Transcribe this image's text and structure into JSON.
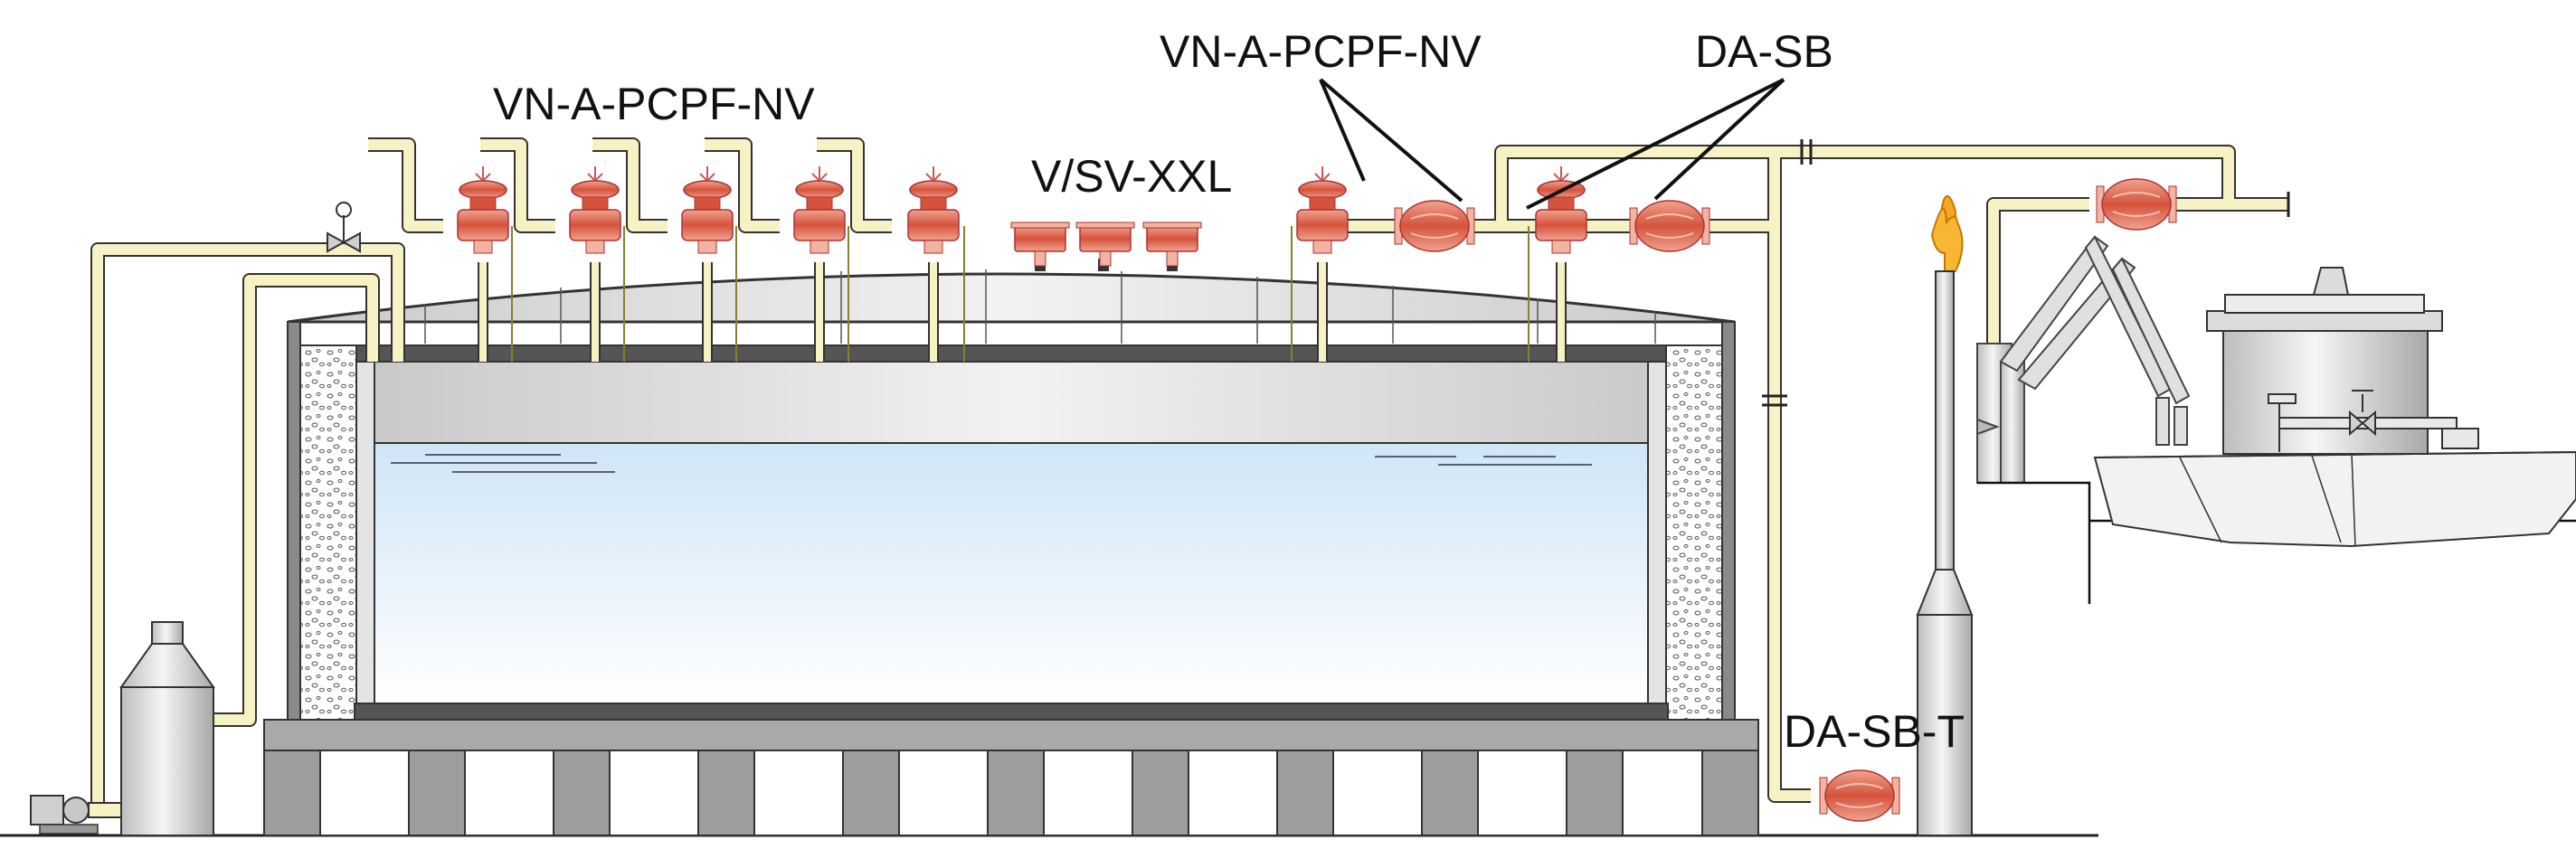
{
  "labels": {
    "vn_left": "VN-A-PCPF-NV",
    "vsv": "V/SV-XXL",
    "vn_right": "VN-A-PCPF-NV",
    "dasb": "DA-SB",
    "dasbt": "DA-SB-T"
  },
  "colors": {
    "pipe": "#f7f2c4",
    "pipe_stroke": "#333333",
    "valve": "#d9614a",
    "valve_light": "#f2b3a1",
    "liquid_top": "#d6e9f8",
    "liquid_bottom": "#ffffff",
    "tank_gray": "#d8d8d8",
    "concrete": "#9a9a9a",
    "flame": "#f5a623"
  }
}
